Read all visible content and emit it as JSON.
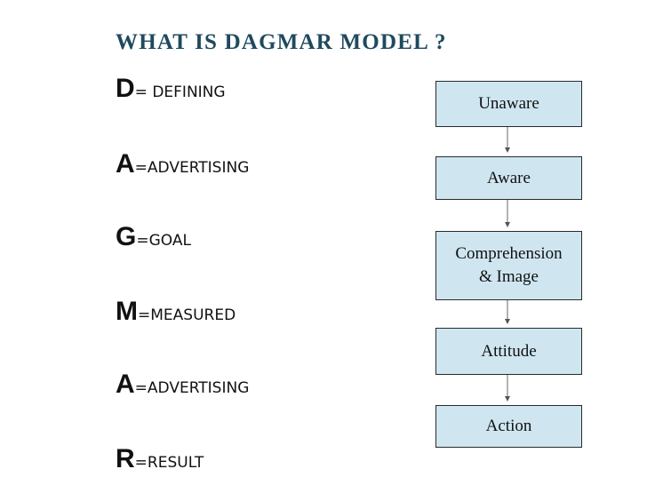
{
  "title": "WHAT IS DAGMAR MODEL ?",
  "acronym": [
    {
      "letter": "D",
      "word": "= DEFINING"
    },
    {
      "letter": "A",
      "word": "=ADVERTISING"
    },
    {
      "letter": "G",
      "word": "=GOAL"
    },
    {
      "letter": "M",
      "word": "=MEASURED"
    },
    {
      "letter": "A",
      "word": "=ADVERTISING"
    },
    {
      "letter": "R",
      "word": "=RESULT"
    }
  ],
  "stages": [
    {
      "line1": "Unaware",
      "line2": ""
    },
    {
      "line1": "Aware",
      "line2": ""
    },
    {
      "line1": "Comprehension",
      "line2": "& Image"
    },
    {
      "line1": "Attitude",
      "line2": ""
    },
    {
      "line1": "Action",
      "line2": ""
    }
  ],
  "colors": {
    "title": "#1f4a5e",
    "box_fill": "#cfe6f1",
    "box_border": "#2a2a2a"
  }
}
